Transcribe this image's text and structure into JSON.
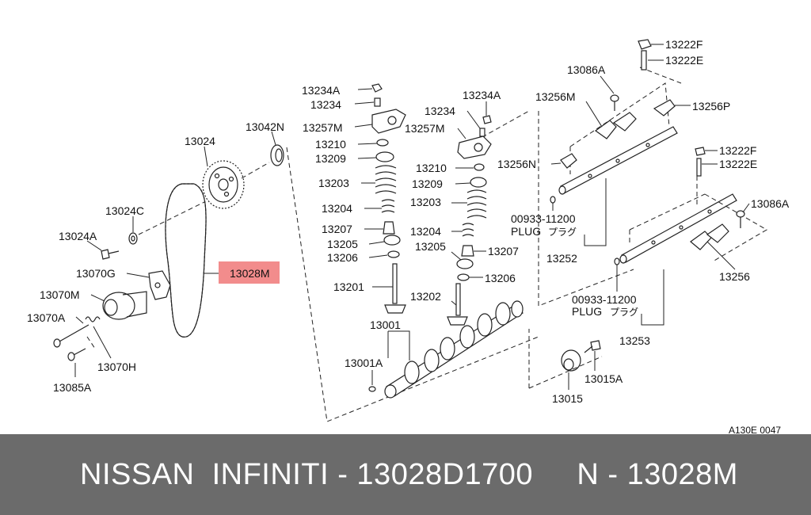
{
  "diagram_code": "A130E 0047",
  "colors": {
    "highlight": "#f28c8c",
    "footer_bg": "#6b6b6b",
    "footer_text": "#ffffff"
  },
  "highlighted_part": "13028M",
  "labels": {
    "p13024": "13024",
    "p13042N": "13042N",
    "p13024C": "13024C",
    "p13024A": "13024A",
    "p13070G": "13070G",
    "p13028M": "13028M",
    "p13070M": "13070M",
    "p13070A": "13070A",
    "p13070H": "13070H",
    "p13085A": "13085A",
    "p13234A_l": "13234A",
    "p13234_l": "13234",
    "p13257M_l": "13257M",
    "p13210_l": "13210",
    "p13209_l": "13209",
    "p13203_l": "13203",
    "p13204_l": "13204",
    "p13207_l": "13207",
    "p13205_l": "13205",
    "p13206_l": "13206",
    "p13201": "13201",
    "p13234A_r": "13234A",
    "p13234_r": "13234",
    "p13257M_r": "13257M",
    "p13210_r": "13210",
    "p13209_r": "13209",
    "p13203_r": "13203",
    "p13204_r": "13204",
    "p13205_r": "13205",
    "p13207_r": "13207",
    "p13206_r": "13206",
    "p13202": "13202",
    "p13001": "13001",
    "p13001A": "13001A",
    "p13222F_t": "13222F",
    "p13222E_t": "13222E",
    "p13086A_t": "13086A",
    "p13256M": "13256M",
    "p13256P": "13256P",
    "p13256N": "13256N",
    "p00933_t": "00933-11200",
    "plug_t": "PLUG",
    "plug_jp_t": "プラグ",
    "p13252": "13252",
    "p13222F_b": "13222F",
    "p13222E_b": "13222E",
    "p13086A_b": "13086A",
    "p13256": "13256",
    "p00933_b": "00933-11200",
    "plug_b": "PLUG",
    "plug_jp_b": "プラグ",
    "p13253": "13253",
    "p13015A": "13015A",
    "p13015": "13015"
  },
  "footer": {
    "brand": "NISSAN  INFINITI",
    "separator1": " - ",
    "part_number": "13028D1700",
    "gap": "     ",
    "ref_prefix": "N",
    "separator2": " - ",
    "ref_code": "13028M"
  }
}
